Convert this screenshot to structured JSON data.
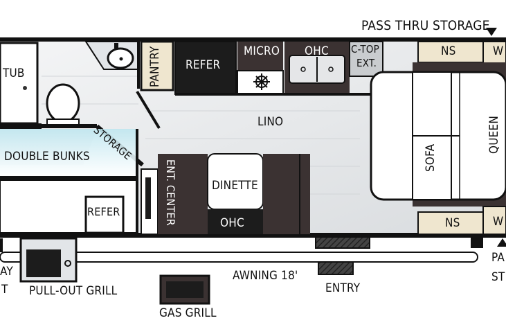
{
  "labels": {
    "pass_thru_storage_top": "PASS THRU STORAGE",
    "ns_top": "NS",
    "w_top": "W",
    "tub": "TUB",
    "pantry": "PANTRY",
    "refer_kitchen": "REFER",
    "micro": "MICRO",
    "ohc_kitchen": "OHC",
    "c_top": "C-TOP",
    "ext": "EXT.",
    "lino": "LINO",
    "storage": "STORAGE",
    "double_bunks": "DOUBLE BUNKS",
    "ent_center": "ENT. CENTER",
    "dinette": "DINETTE",
    "ohc_dinette": "OHC",
    "refer_outside": "REFER",
    "sofa": "SOFA",
    "queen": "QUEEN",
    "ns_bottom": "NS",
    "w_bottom": "W",
    "pull_out_grill": "PULL-OUT GRILL",
    "awning": "AWNING 18'",
    "entry": "ENTRY",
    "gas_grill": "GAS GRILL",
    "pass_bottom_1": "PA",
    "pass_bottom_2": "ST",
    "left_cut_1": "AY",
    "left_cut_2": "T"
  },
  "colors": {
    "wall": "#111111",
    "floor": "#e8eaec",
    "cabinet": "#3b3232",
    "dark": "#1c1c1c",
    "nightstand": "#efe6cf",
    "bed": "#ffffff",
    "accent": "#bfe6ef"
  }
}
